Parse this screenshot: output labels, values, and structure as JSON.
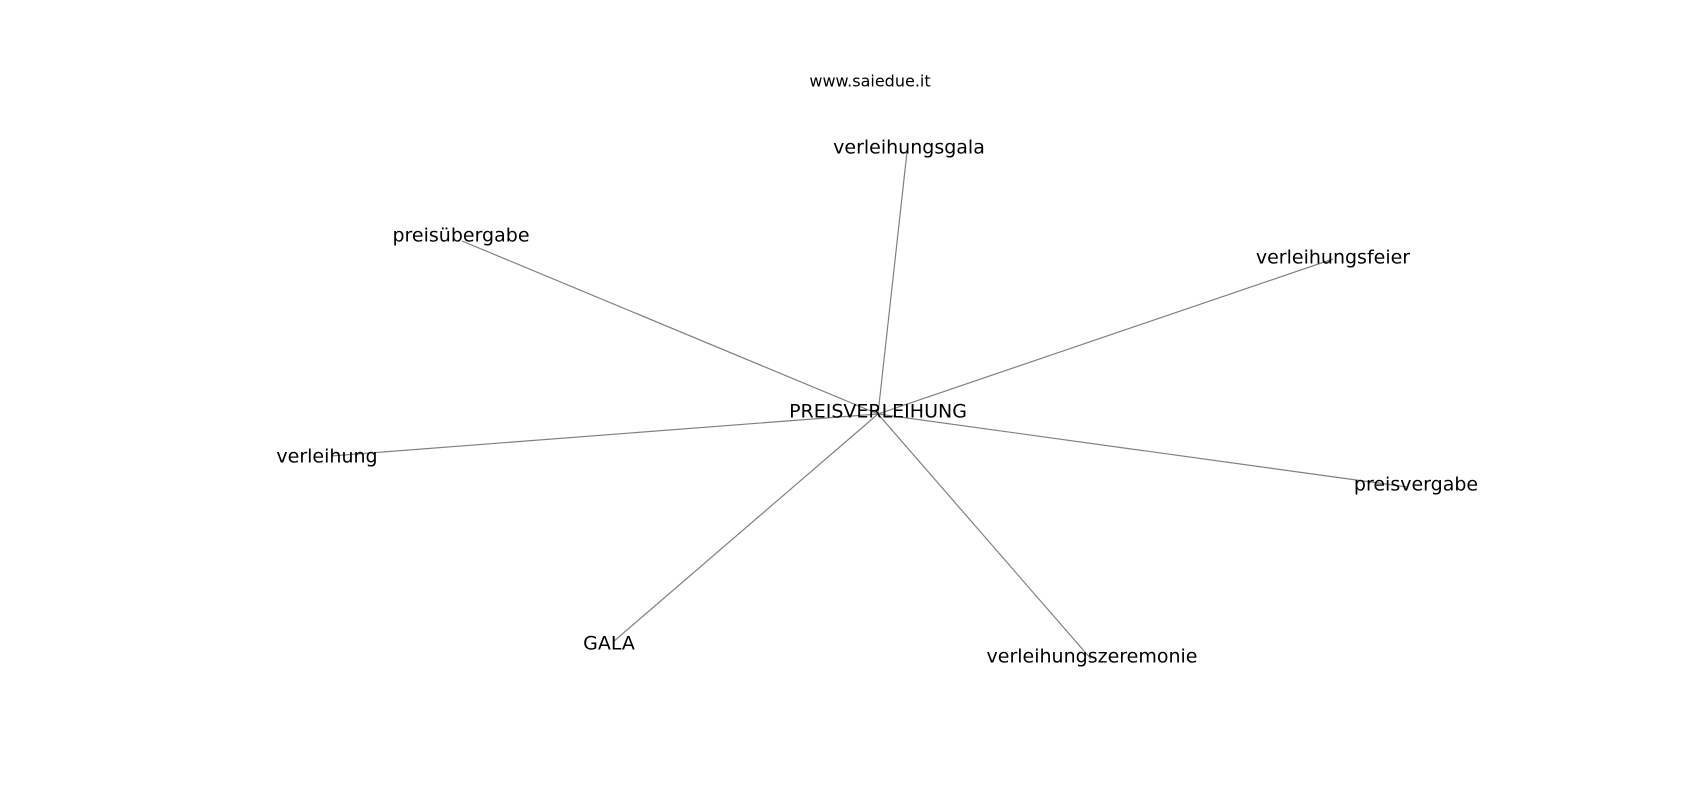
{
  "watermark": "www.saiedue.it",
  "graph": {
    "center": "PREISVERLEIHUNG",
    "neighbors": [
      "verleihungsgala",
      "preisübergabe",
      "verleihungsfeier",
      "verleihung",
      "preisvergabe",
      "GALA",
      "verleihungszeremonie"
    ]
  },
  "colors": {
    "edge": "#808080",
    "text": "#000000",
    "background": "#ffffff"
  }
}
